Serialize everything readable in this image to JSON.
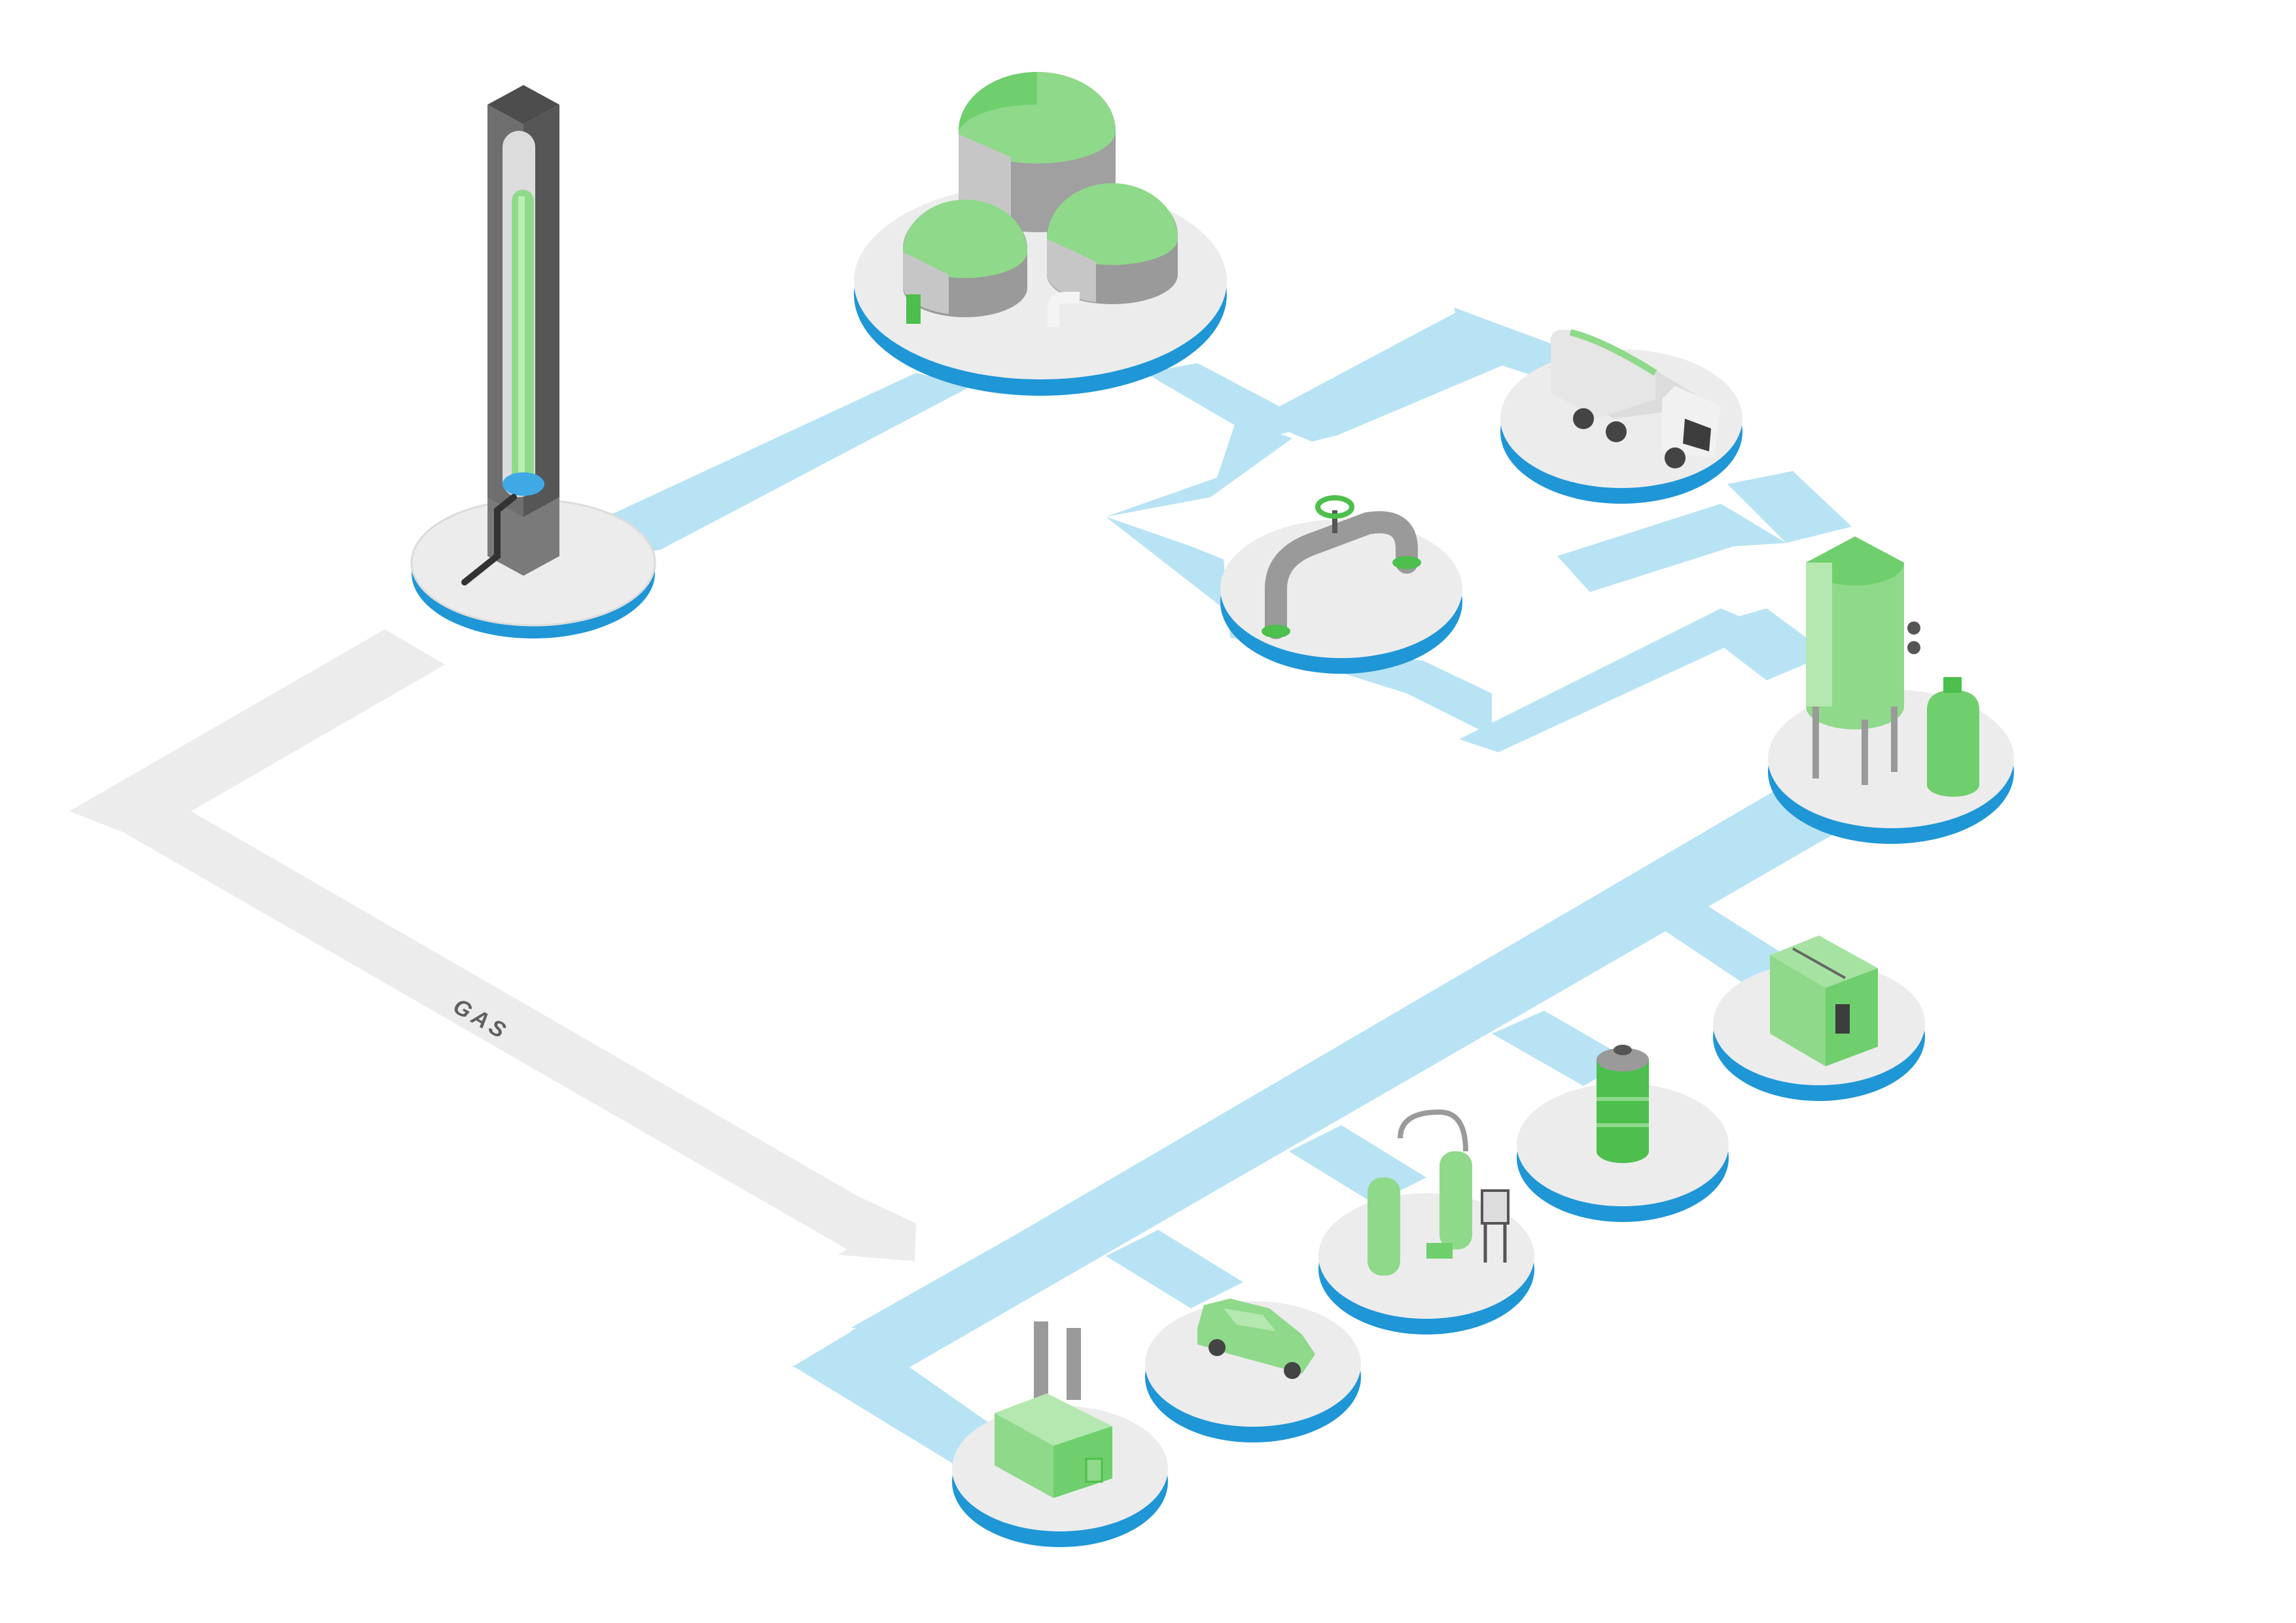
{
  "arrow": {
    "label": "GAS"
  },
  "colors": {
    "pipe": "#b8e3f4",
    "disc_top": "#ececed",
    "disc_rim": "#1f96d6",
    "arrow": "#ececec",
    "green_light": "#8fd98a",
    "green_dark": "#4cbf4c",
    "steel": "#8d8d8d"
  },
  "nodes": [
    {
      "name": "digester-column",
      "icon": "digester-column-icon"
    },
    {
      "name": "biogas-storage-domes",
      "icon": "biogas-domes-icon"
    },
    {
      "name": "tanker-truck",
      "icon": "tanker-truck-icon"
    },
    {
      "name": "gas-pipeline-valve",
      "icon": "pipeline-valve-icon"
    },
    {
      "name": "gas-silo-and-cylinder",
      "icon": "gas-silo-icon"
    },
    {
      "name": "cabinet-unit",
      "icon": "cabinet-unit-icon"
    },
    {
      "name": "battery-storage",
      "icon": "battery-icon"
    },
    {
      "name": "upgrading-plant",
      "icon": "upgrading-plant-icon"
    },
    {
      "name": "electric-car",
      "icon": "car-icon"
    },
    {
      "name": "factory",
      "icon": "factory-icon"
    }
  ]
}
